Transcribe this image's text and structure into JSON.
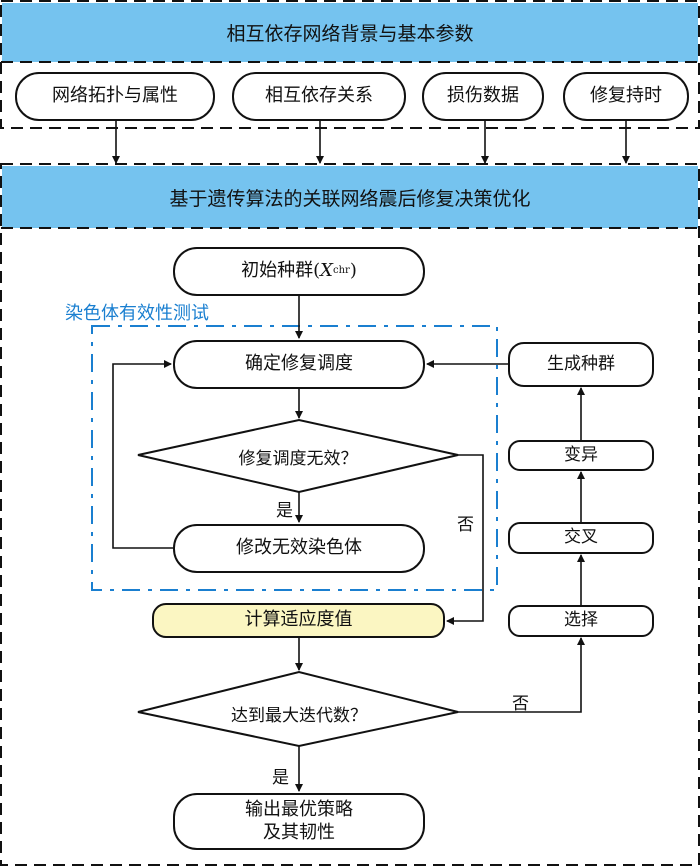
{
  "header1": "相互依存网络背景与基本参数",
  "inputs": [
    "网络拓扑与属性",
    "相互依存关系",
    "损伤数据",
    "修复持时"
  ],
  "header2": "基于遗传算法的关联网络震后修复决策优化",
  "flow": {
    "init_prefix": "初始种群(",
    "init_var": "X",
    "init_sub": "chr",
    "init_suffix": ")",
    "validity_label": "染色体有效性测试",
    "schedule": "确定修复调度",
    "invalid_q": "修复调度无效？",
    "yes1": "是",
    "no1": "否",
    "fix": "修改无效染色体",
    "fitness": "计算适应度值",
    "max_iter_q": "达到最大迭代数？",
    "yes2": "是",
    "no2": "否",
    "output_line1": "输出最优策略",
    "output_line2": "及其韧性",
    "generate": "生成种群",
    "mutation": "变异",
    "crossover": "交叉",
    "selection": "选择"
  },
  "colors": {
    "header": "#75c3ef",
    "validity": "#1a7fd0",
    "fitness": "#fbf6c2"
  }
}
